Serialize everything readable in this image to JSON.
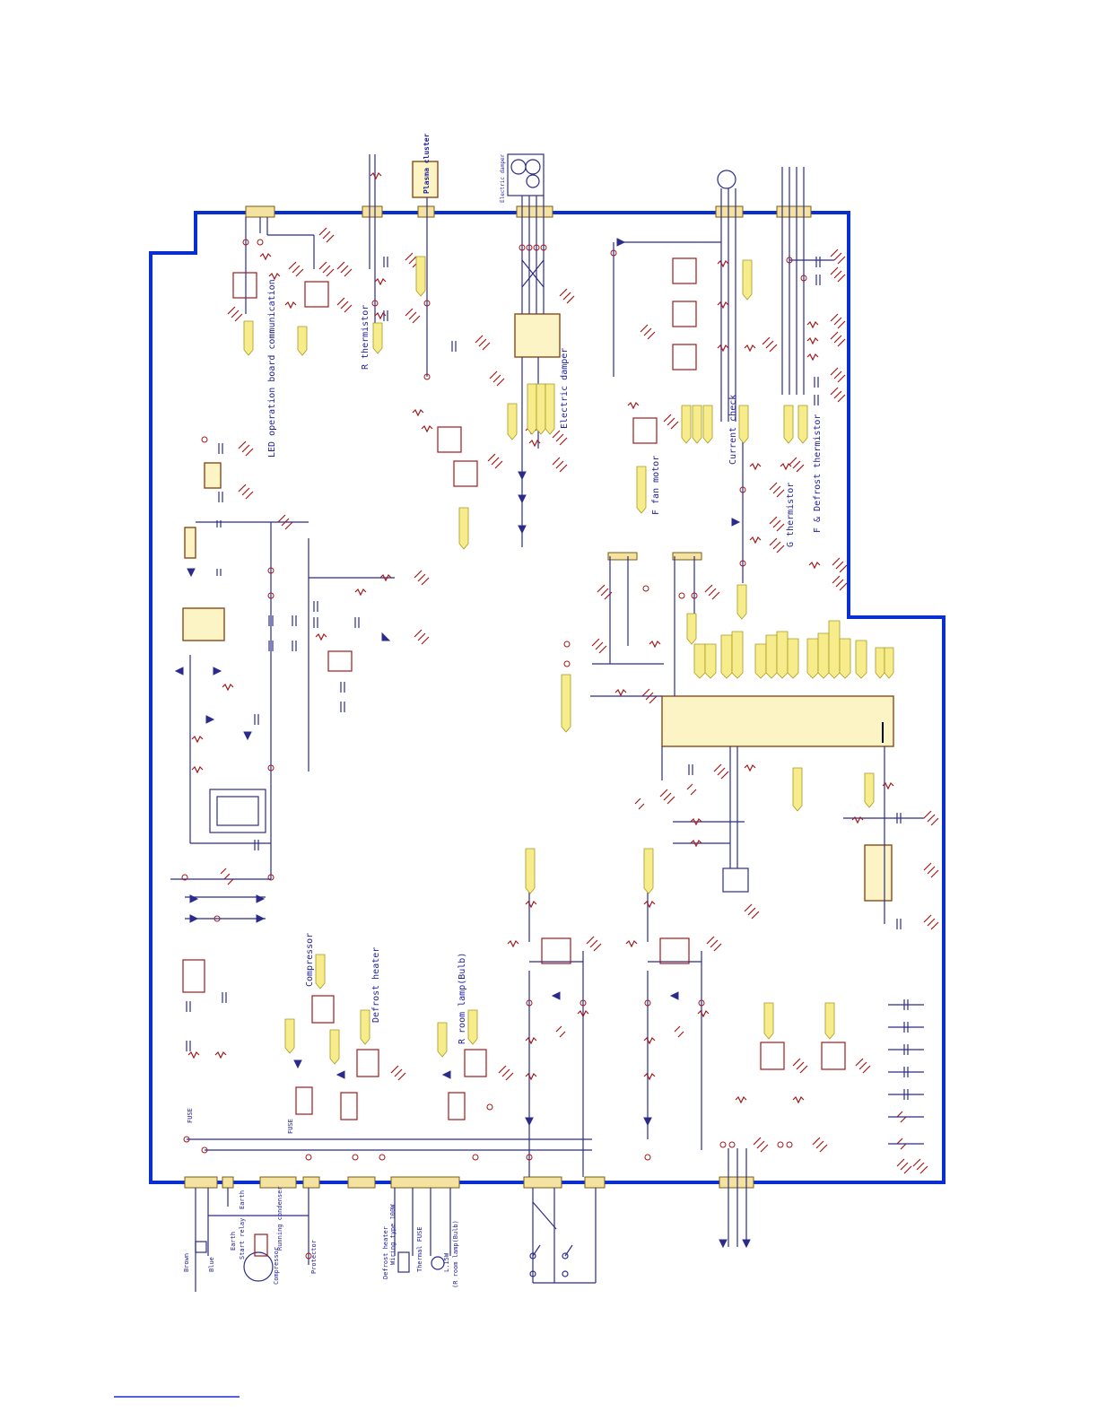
{
  "labels": {
    "led_board": "LED operation board communication",
    "r_thermistor": "R thermistor",
    "plasma_cluster": "Plasma cluster",
    "electric_damper_top": "Electric damper",
    "electric_damper": "Electric damper",
    "f_fan_motor": "F fan motor",
    "current_check": "Current check",
    "g_thermistor": "G thermistor",
    "fd_thermistor": "F & Defrost thermistor",
    "compressor_relay": "Compressor",
    "defrost_heater_relay": "Defrost heater",
    "r_room_lamp_relay": "R room lamp(Bulb)",
    "fuse_a": "FUSE",
    "fuse_b": "FUSE",
    "earth_a": "Earth",
    "earth_b": "Earth",
    "start_relay": "Start relay",
    "running_condenser": "Running condenser",
    "compressor": "Compressor",
    "protector": "Protector",
    "brown": "Brown",
    "blue": "Blue",
    "defrost_heater_main": "Defrost heater",
    "defrost_heater_spec": "Wiring type 100W",
    "thermal_fuse": "Thermal FUSE",
    "lamp_rating": "L.15W",
    "r_room_lamp_main": "(R room lamp(Bulb)"
  },
  "colors": {
    "board_outline": "#0a2fd0",
    "wire": "#2b2b8c",
    "ground": "#a01818",
    "probe": "#f6ec8c"
  }
}
